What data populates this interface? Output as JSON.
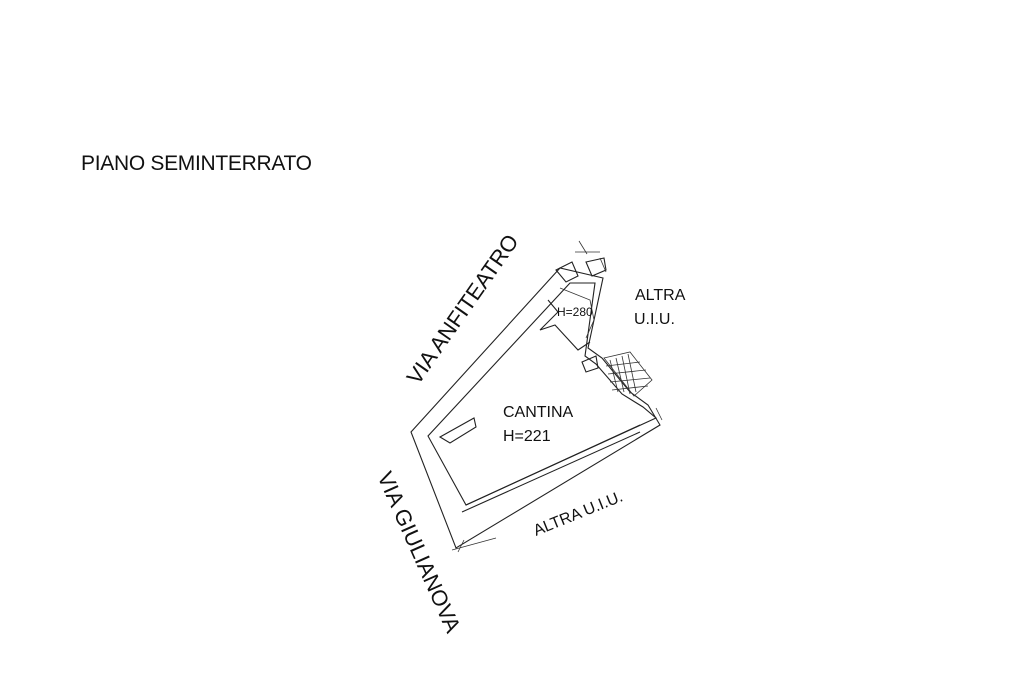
{
  "title": "PIANO SEMINTERRATO",
  "labels": {
    "street_top": "VIA ANFITEATRO",
    "street_left": "VIA GIULIANOVA",
    "room_small": "H=280",
    "room_main_name": "CANTINA",
    "room_main_height": "H=221",
    "neighbor_right_line1": "ALTRA",
    "neighbor_right_line2": "U.I.U.",
    "neighbor_bottom": "ALTRA U.I.U."
  }
}
